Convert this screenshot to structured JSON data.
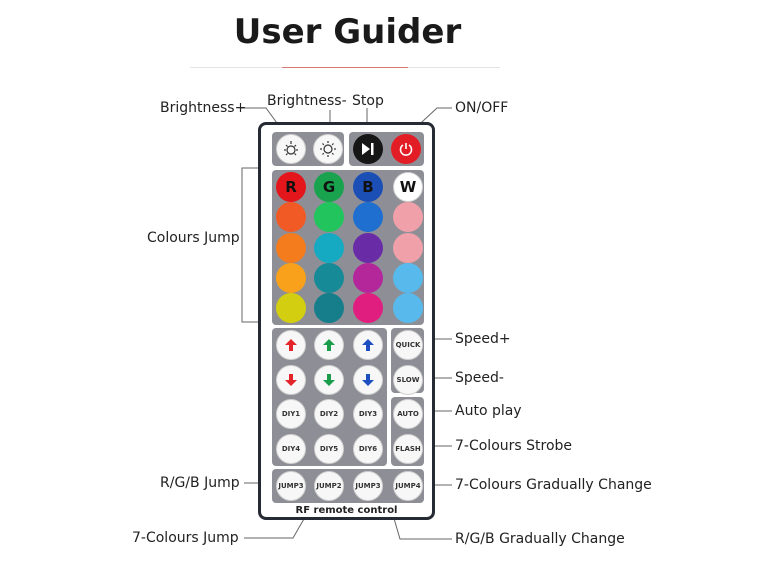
{
  "title": "User Guider",
  "remote_label": "RF remote control",
  "callouts": {
    "brightness_up": "Brightness+",
    "brightness_down": "Brightness-",
    "stop": "Stop",
    "on_off": "ON/OFF",
    "colours_jump": "Colours Jump",
    "speed_up": "Speed+",
    "speed_down": "Speed-",
    "auto_play": "Auto play",
    "strobe": "7-Colours Strobe",
    "rgb_jump": "R/G/B Jump",
    "gradual7": "7-Colours Gradually Change",
    "jump7": "7-Colours Jump",
    "rgb_gradual": "R/G/B Gradually Change"
  },
  "buttons": {
    "top": {
      "brightness_up_icon": "sun-plus-icon",
      "brightness_down_icon": "sun-minus-icon",
      "play_pause_icon": "play-pause-icon",
      "power_icon": "power-icon"
    },
    "color_letters": [
      "R",
      "G",
      "B",
      "W"
    ],
    "colors": [
      [
        "#e3161c",
        "#1aa34e",
        "#1c4fb5",
        "#ffffff"
      ],
      [
        "#f15a24",
        "#22c45e",
        "#1e6fd0",
        "#f0a0a8"
      ],
      [
        "#f47c1c",
        "#15a9c2",
        "#6a2ca6",
        "#f0a0a8"
      ],
      [
        "#f9a11b",
        "#168a96",
        "#b3279b",
        "#58b9ec"
      ],
      [
        "#d4ce10",
        "#157e8a",
        "#e01e7f",
        "#58b9ec"
      ]
    ],
    "arrow_colors": [
      "#e3242b",
      "#1a9c4a",
      "#1d4fc0"
    ],
    "quick": "QUICK",
    "slow": "SLOW",
    "auto": "AUTO",
    "flash": "FLASH",
    "diy": [
      "DIY1",
      "DIY2",
      "DIY3",
      "DIY4",
      "DIY5",
      "DIY6"
    ],
    "jumps": [
      "JUMP3",
      "JUMP2",
      "JUMP3",
      "JUMP4"
    ]
  }
}
